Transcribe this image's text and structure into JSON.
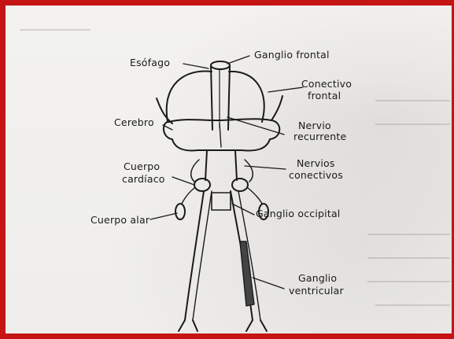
{
  "labels": {
    "esofago": "Esófago",
    "ganglio_frontal": "Ganglio frontal",
    "conectivo_frontal_1": "Conectivo",
    "conectivo_frontal_2": "frontal",
    "cerebro": "Cerebro",
    "nervio_recurrente_1": "Nervio",
    "nervio_recurrente_2": "recurrente",
    "cuerpo_cardiaco_1": "Cuerpo",
    "cuerpo_cardiaco_2": "cardíaco",
    "nervios_conectivos_1": "Nervios",
    "nervios_conectivos_2": "conectivos",
    "cuerpo_alar": "Cuerpo alar",
    "ganglio_occipital": "Ganglio occipital",
    "ganglio_ventricular_1": "Ganglio",
    "ganglio_ventricular_2": "ventricular"
  },
  "colors": {
    "border": "#c41414",
    "ink": "#1a1a1a",
    "paper": "#f2f1ef"
  }
}
